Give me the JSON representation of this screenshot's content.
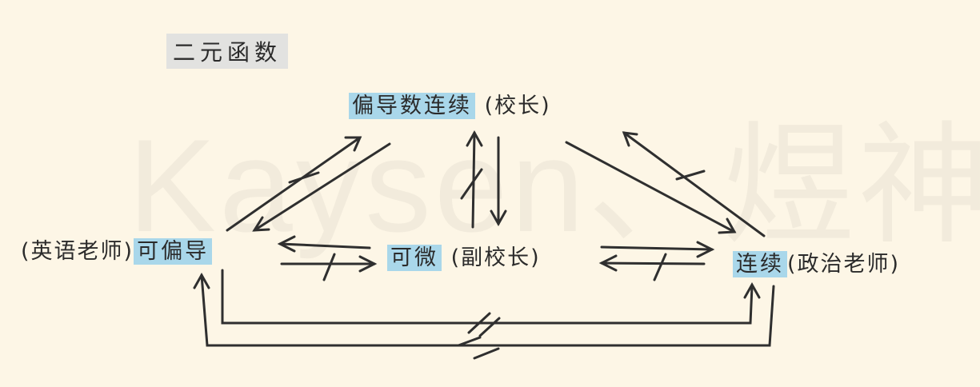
{
  "watermark": "Kaysen、煜神",
  "title": "二元函数",
  "nodes": {
    "top": {
      "label": "偏导数连续",
      "note": "(校长)"
    },
    "left": {
      "note": "(英语老师)",
      "label": "可偏导"
    },
    "middle": {
      "label": "可微",
      "note": "(副校长)"
    },
    "right": {
      "label": "连续",
      "note": "(政治老师)"
    }
  },
  "colors": {
    "highlight": "#a9d7ea",
    "background": "#fdf6e6",
    "title_bg": "#e2e2e0"
  }
}
